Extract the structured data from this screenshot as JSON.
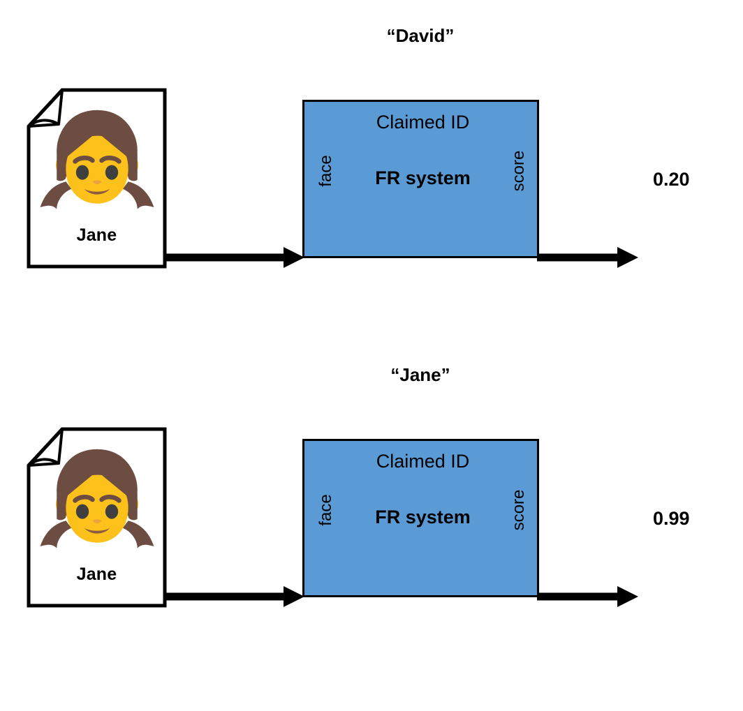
{
  "figure": {
    "title": "Face recognition system verification diagram",
    "accent_color": "#5B9BD5",
    "stroke_color": "#000000",
    "background": "#FFFFFF"
  },
  "labels": {
    "box_title": "Claimed ID",
    "box_name": "FR system",
    "input_port": "face",
    "output_port": "score",
    "document_icon": "id-document-girl-emoji"
  },
  "rows": [
    {
      "id": "impostor-comparison",
      "claimed_id": "“David”",
      "document_name": "Jane",
      "box_title": "Claimed ID",
      "box_name": "FR system",
      "input_port": "face",
      "output_port": "score",
      "score": "0.20"
    },
    {
      "id": "genuine-comparison",
      "claimed_id": "“Jane”",
      "document_name": "Jane",
      "box_title": "Claimed ID",
      "box_name": "FR system",
      "input_port": "face",
      "output_port": "score",
      "score": "0.99"
    }
  ],
  "chart_data": {
    "type": "diagram",
    "title": "Face recognition verification: claimed identity vs. match score",
    "nodes": [
      "ID document (Jane)",
      "FR system",
      "score"
    ],
    "series": [
      {
        "name": "Claimed ID “David” against Jane's face",
        "score": 0.2
      },
      {
        "name": "Claimed ID “Jane” against Jane's face",
        "score": 0.99
      }
    ]
  }
}
